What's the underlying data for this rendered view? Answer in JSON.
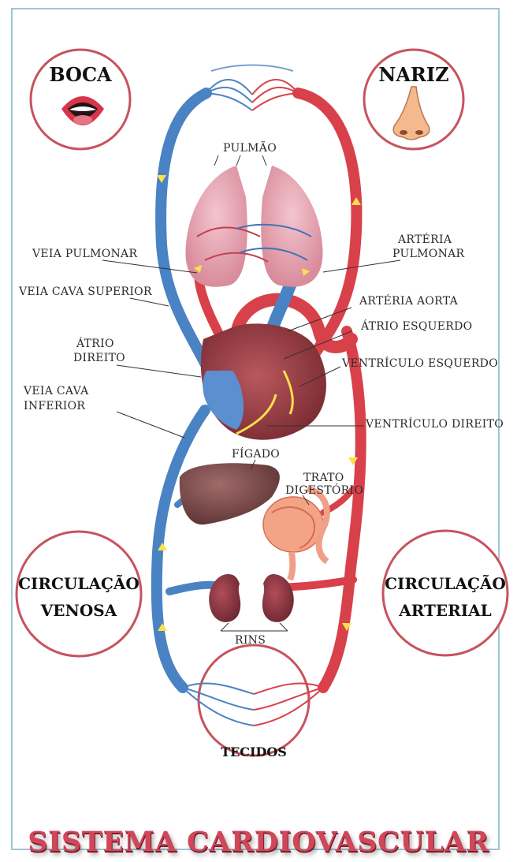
{
  "title": "SISTEMA CARDIOVASCULAR",
  "badges": {
    "boca": "BOCA",
    "nariz": "NARIZ",
    "circ_venosa_1": "CIRCULAÇÃO",
    "circ_venosa_2": "VENOSA",
    "circ_arterial_1": "CIRCULAÇÃO",
    "circ_arterial_2": "ARTERIAL",
    "tecidos": "TECIDOS"
  },
  "labels": {
    "pulmao": "PULMÃO",
    "veia_pulmonar": "VEIA PULMONAR",
    "arteria_1": "ARTÉRIA",
    "arteria_2": "PULMONAR",
    "veia_cava_superior": "VEIA CAVA SUPERIOR",
    "arteria_aorta": "ARTÉRIA AORTA",
    "atrio_esquerdo": "ÁTRIO ESQUERDO",
    "atrio_1": "ÁTRIO",
    "atrio_2": "DIREITO",
    "ventriculo_esquerdo": "VENTRÍCULO ESQUERDO",
    "veia_cava_1": "VEIA CAVA",
    "veia_cava_2": "INFERIOR",
    "ventriculo_direito": "VENTRÍCULO DIREITO",
    "figado": "FÍGADO",
    "trato_1": "TRATO",
    "trato_2": "DIGESTÓRIO",
    "rins": "RINS"
  },
  "colors": {
    "vein": "#4a83c4",
    "artery": "#d8414a",
    "badge_border": "#c7535e",
    "title": "#d2465a"
  }
}
